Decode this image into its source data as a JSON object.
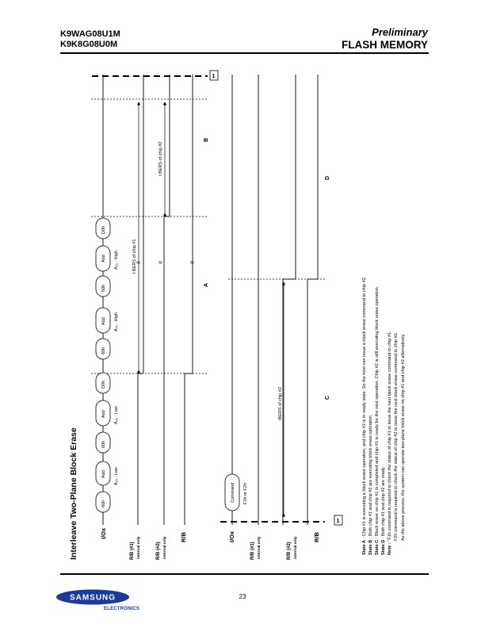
{
  "header": {
    "part1": "K9WAG08U1M",
    "part2": "K9K8G08U0M",
    "status": "Preliminary",
    "doc_type": "FLASH MEMORY"
  },
  "diagram": {
    "title": "Interleave Two-Plane Block Erase",
    "signals": {
      "io": "I/Ox",
      "rb1": "R/B (#1)",
      "rb2": "R/B (#2)",
      "internal_only": "internal only",
      "rb": "R/B"
    },
    "cycles": {
      "c60": "60h",
      "c60b": "60h",
      "c60c": "60h",
      "c60d": "60h",
      "cd0": "D0h",
      "cd0b": "D0h",
      "add": "Add",
      "a20_low": "A₂₀ : Low",
      "a20_high": "A₂₀ : High",
      "command": "Command",
      "f1h_f2h": "F1h or F2h"
    },
    "timing": {
      "tbers1": "t BERS of chip #1",
      "tbers2_top": "t BERS of chip #2",
      "tbers2_bot": "tBERS of chip #2"
    },
    "states": {
      "a": "A",
      "b": "B",
      "c": "C",
      "d": "D"
    },
    "connectors": {
      "top": "1",
      "bottom": "1"
    }
  },
  "notes": {
    "state_a_label": "State A",
    "state_a": " : Chip #1 is executing a block erase operation, and chip #2 is in ready state. So the host can issue a block erase command to chip #2.",
    "state_b_label": "State B",
    "state_b": " : Both chip #1 and chip #2 are executing block erase operation.",
    "state_c_label": "State C",
    "state_c": " : Block erase on chip #1 is completed and chip #1 is ready for the next operation. Chip #2 is still executing block erase operation.",
    "state_d_label": "State D",
    "state_d": " : Both chip #1 and chip #2 are ready.",
    "note_label": "Note :",
    "note1": " \"F1h command is required to check the status of chip #1 to issue the next block erase command to chip #1.",
    "note2": "F2h command is required to check the status of chip #2 to issue the next block erase command to chip #2.",
    "note3": "As the above process, the system can operate two-plane block erase on chip #1 and chip #2 alternatively."
  },
  "footer": {
    "page": "23",
    "logo": "SAMSUNG",
    "logo_sub": "ELECTRONICS"
  }
}
